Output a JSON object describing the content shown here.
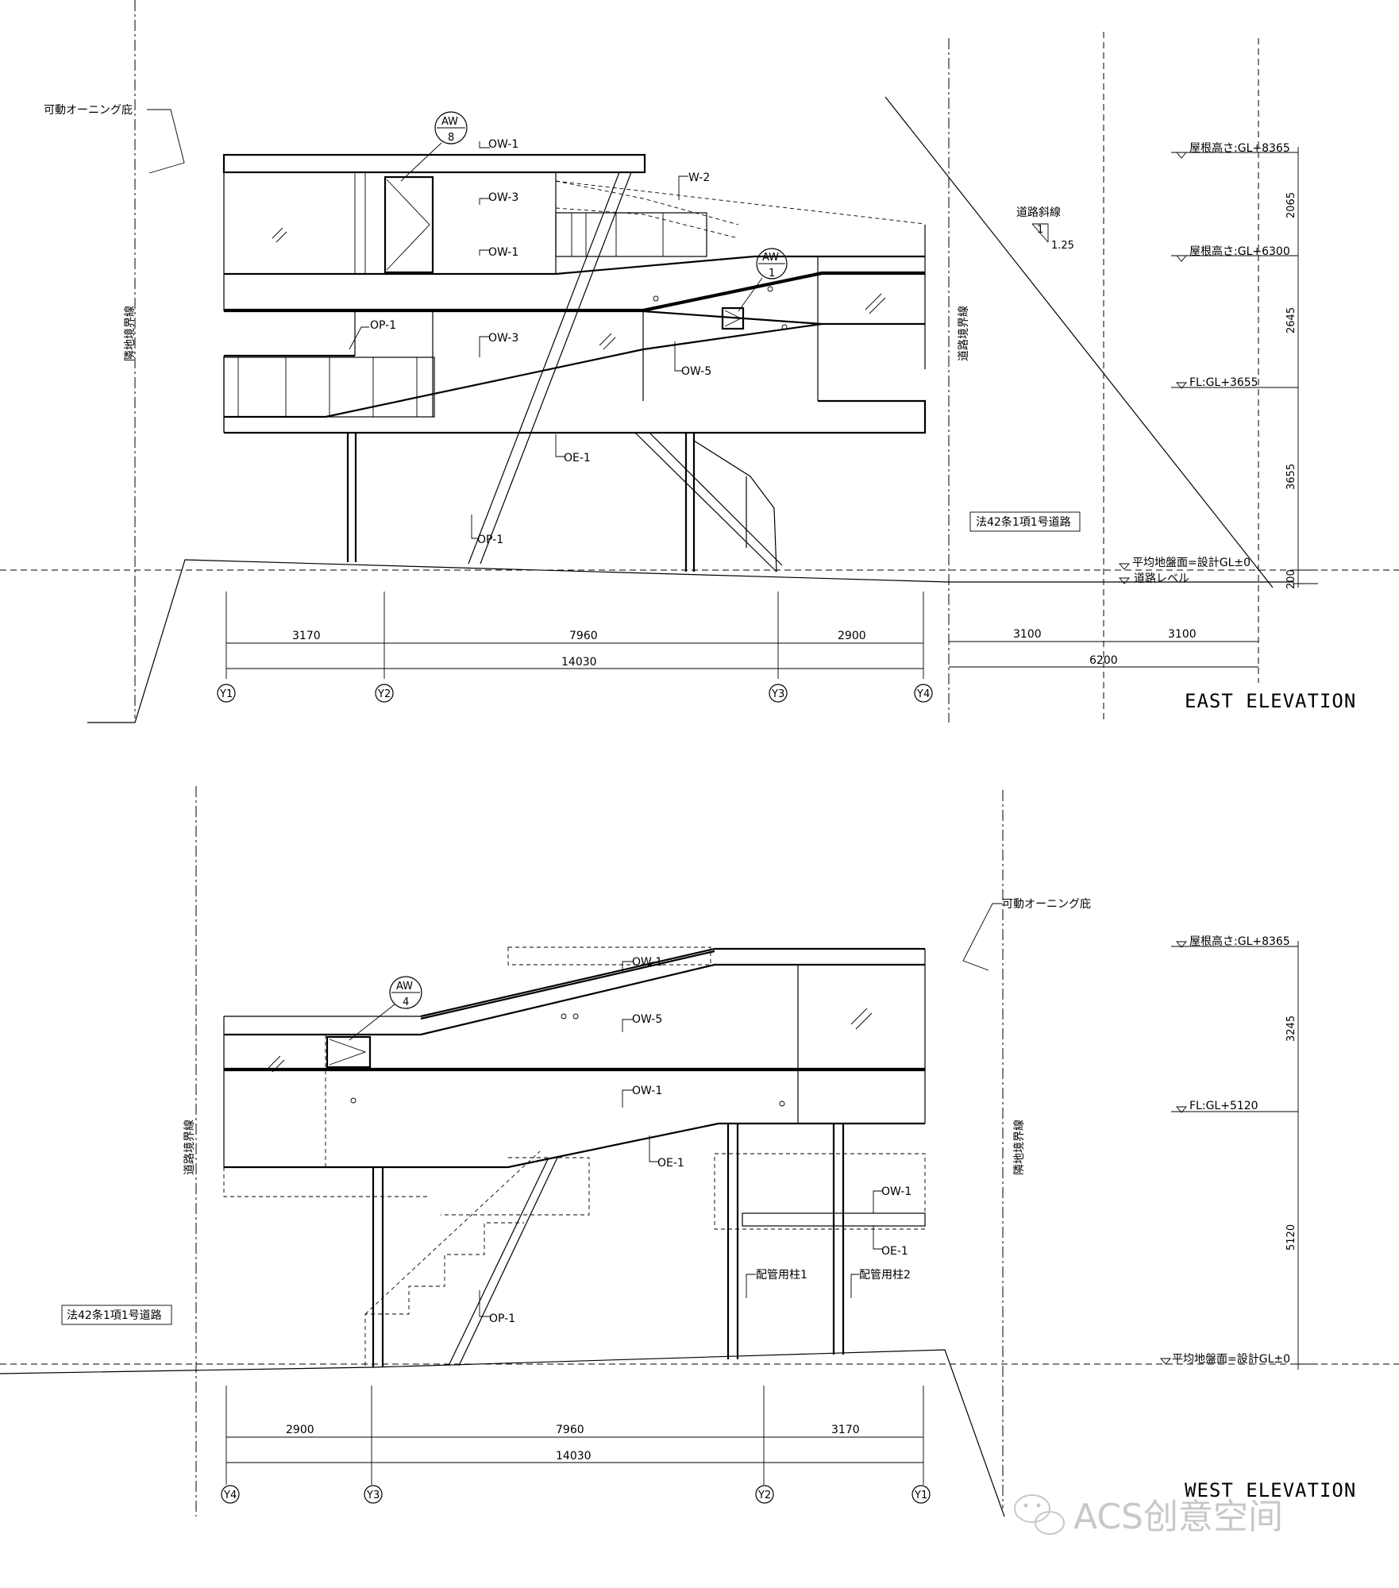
{
  "east": {
    "title": "EAST ELEVATION",
    "awning_label": "可動オーニング庇",
    "neighbor_boundary": "隣地境界線",
    "road_boundary": "道路境界線",
    "road_slope_label": "道路斜線",
    "road_slope_ratio_1": "1",
    "road_slope_ratio_2": "1.25",
    "road_note": "法42条1項1号道路",
    "tags": {
      "aw_top": "AW",
      "aw_top_num": "8",
      "aw_mid": "AW",
      "aw_mid_num": "1",
      "ow1_top": "OW-1",
      "ow3_top": "OW-3",
      "ow1_mid": "OW-1",
      "w2": "W-2",
      "op1_upper": "OP-1",
      "ow3_low": "OW-3",
      "ow5": "OW-5",
      "oe1": "OE-1",
      "op1_low": "OP-1"
    },
    "levels": {
      "roof_high": "屋根高さ:GL+8365",
      "roof_low": "屋根高さ:GL+6300",
      "fl": "FL:GL+3655",
      "avg_ground": "平均地盤面=設計GL±0",
      "road_level": "道路レベル"
    },
    "vertical_dims": [
      "2065",
      "2645",
      "3655",
      "200"
    ],
    "dims_bldg": [
      "3170",
      "7960",
      "2900"
    ],
    "dim_bldg_total": "14030",
    "dims_road": [
      "3100",
      "3100"
    ],
    "dim_road_total": "6200",
    "grid": [
      "Y1",
      "Y2",
      "Y3",
      "Y4"
    ]
  },
  "west": {
    "title": "WEST ELEVATION",
    "awning_label": "可動オーニング庇",
    "neighbor_boundary": "隣地境界線",
    "road_boundary": "道路境界線",
    "road_note": "法42条1項1号道路",
    "tags": {
      "aw": "AW",
      "aw_num": "4",
      "ow1_top": "OW-1",
      "ow5": "OW-5",
      "ow1_mid": "OW-1",
      "oe1": "OE-1",
      "ow1_r": "OW-1",
      "oe1_r": "OE-1",
      "op1": "OP-1",
      "pipe1": "配管用柱1",
      "pipe2": "配管用柱2"
    },
    "levels": {
      "roof": "屋根高さ:GL+8365",
      "fl": "FL:GL+5120",
      "avg_ground": "平均地盤面=設計GL±0"
    },
    "vertical_dims": [
      "3245",
      "5120"
    ],
    "dims_bldg": [
      "2900",
      "7960",
      "3170"
    ],
    "dim_bldg_total": "14030",
    "grid": [
      "Y4",
      "Y3",
      "Y2",
      "Y1"
    ]
  },
  "watermark": "ACS创意空间"
}
